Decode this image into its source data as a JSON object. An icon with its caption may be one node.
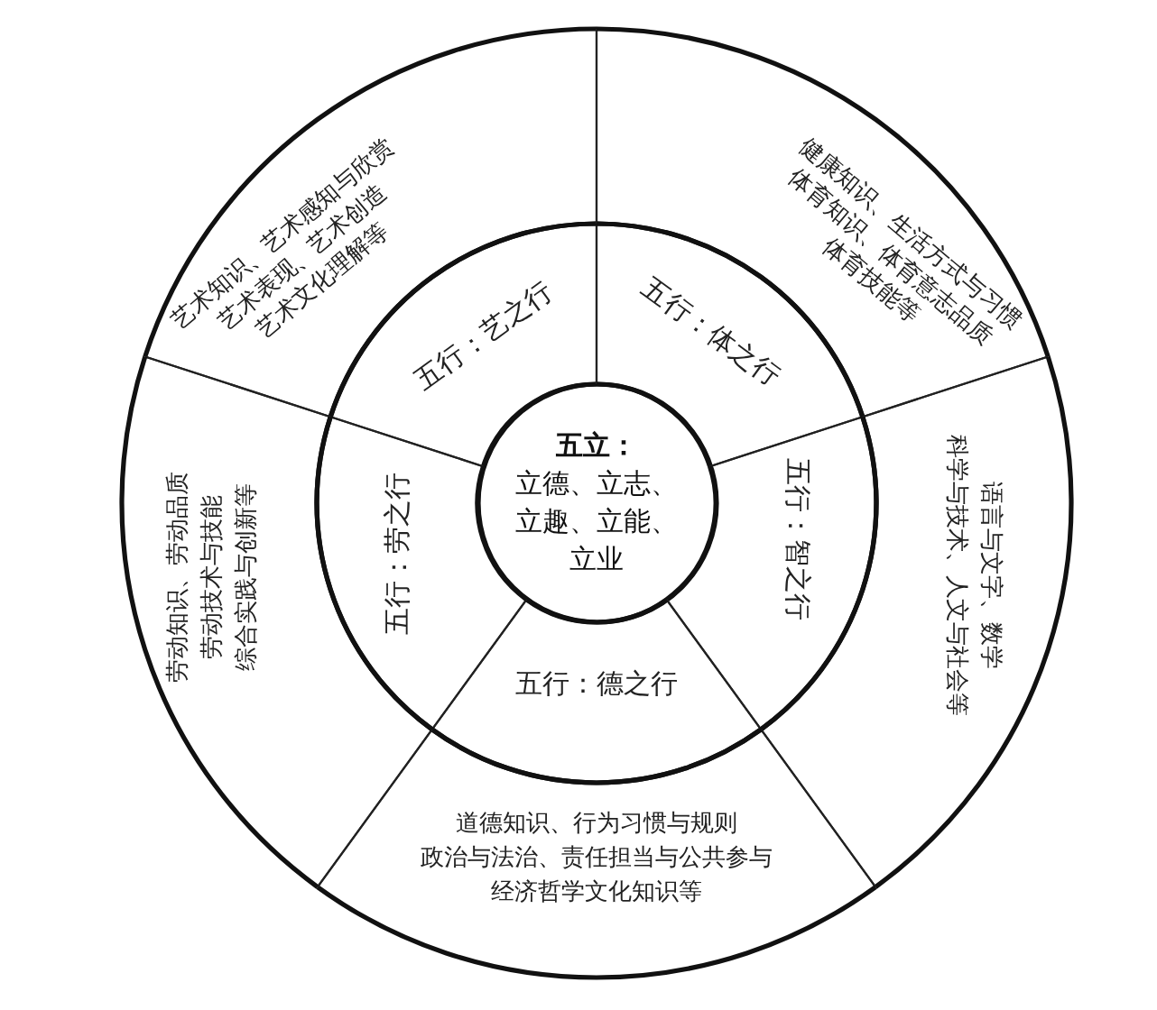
{
  "diagram": {
    "nodes": [
      {
        "text": [
          "五立：",
          "立德、立志、立趣、立能、立业"
        ]
      },
      {
        "text": [
          "五行：艺之行"
        ]
      },
      {
        "text": [
          "五行：体之行"
        ]
      },
      {
        "text": [
          "五行：智之行"
        ]
      },
      {
        "text": [
          "五行：德之行"
        ]
      },
      {
        "text": [
          "五行：劳之行"
        ]
      },
      {
        "text": [
          "艺术知识、艺术感知与欣赏",
          "艺术表现、艺术创造",
          "艺术文化理解等"
        ]
      },
      {
        "text": [
          "健康知识、生活方式与习惯",
          "体育知识、体育意志品质",
          "体育技能等"
        ]
      },
      {
        "text": [
          "语言与文字、数学",
          "科学与技术、人文与社会等"
        ]
      },
      {
        "text": [
          "道德知识、行为习惯与规则",
          "政治与法治、责任担当与公共参与",
          "经济哲学文化知识等"
        ]
      },
      {
        "text": [
          "劳动知识、劳动品质",
          "劳动技术与技能",
          "综合实践与创新等"
        ]
      }
    ]
  }
}
